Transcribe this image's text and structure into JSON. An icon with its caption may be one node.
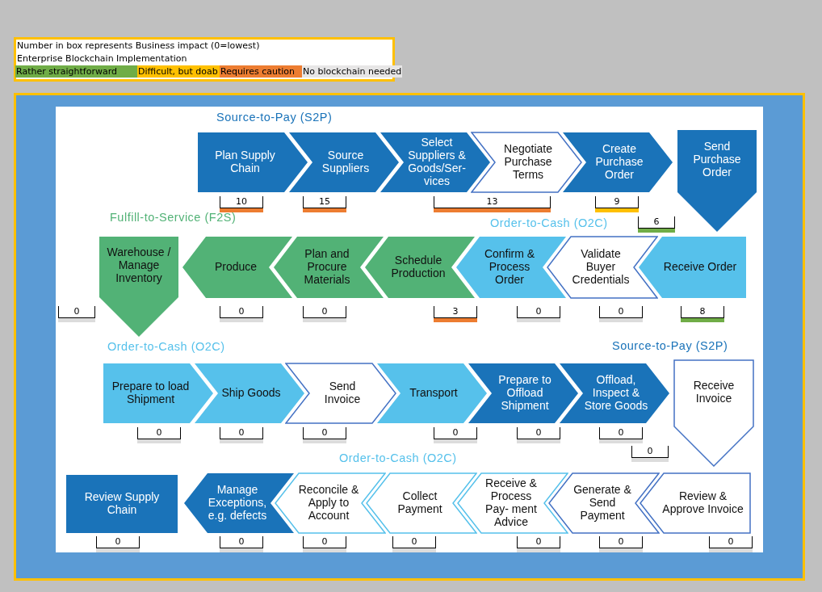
{
  "diagram": {
    "nodes": [
      {
        "text": [
          "Plan Supply Chain"
        ],
        "beside": [
          "10"
        ]
      },
      {
        "text": [
          "Source Suppliers"
        ],
        "beside": [
          "15"
        ]
      },
      {
        "text": [
          "Select Suppliers & Goods/Ser- vices"
        ]
      },
      {
        "text": [
          "Negotiate Purchase Terms"
        ],
        "beside": [
          "13"
        ]
      },
      {
        "text": [
          "Create Purchase Order"
        ],
        "beside": [
          "9"
        ]
      },
      {
        "text": [
          "Send Purchase Order"
        ],
        "beside": [
          "6"
        ]
      },
      {
        "text": [
          "Warehouse / Manage Inventory"
        ],
        "beside": [
          "0"
        ]
      },
      {
        "text": [
          "Produce"
        ],
        "beside": [
          "0"
        ]
      },
      {
        "text": [
          "Plan and Procure Materials"
        ],
        "beside": [
          "0"
        ]
      },
      {
        "text": [
          "Schedule Production"
        ],
        "beside": [
          "3"
        ]
      },
      {
        "text": [
          "Confirm & Process Order"
        ],
        "beside": [
          "0"
        ]
      },
      {
        "text": [
          "Validate Buyer Credentials"
        ],
        "beside": [
          "0"
        ]
      },
      {
        "text": [
          "Receive Order"
        ],
        "beside": [
          "8"
        ]
      },
      {
        "text": [
          "Prepare to load Shipment"
        ],
        "beside": [
          "0"
        ]
      },
      {
        "text": [
          "Ship Goods"
        ],
        "beside": [
          "0"
        ]
      },
      {
        "text": [
          "Send Invoice"
        ],
        "beside": [
          "0"
        ]
      },
      {
        "text": [
          "Transport"
        ],
        "beside": [
          "0"
        ]
      },
      {
        "text": [
          "Prepare to Offload Shipment"
        ],
        "beside": [
          "0"
        ]
      },
      {
        "text": [
          "Offload, Inspect & Store Goods"
        ],
        "beside": [
          "0"
        ]
      },
      {
        "text": [
          "Receive Invoice"
        ],
        "beside": [
          "0"
        ]
      },
      {
        "text": [
          "Review Supply Chain"
        ],
        "beside": [
          "0"
        ]
      },
      {
        "text": [
          "Manage Exceptions, e.g. defects"
        ],
        "beside": [
          "0"
        ]
      },
      {
        "text": [
          "Reconcile & Apply to Account"
        ],
        "beside": [
          "0"
        ]
      },
      {
        "text": [
          "Collect Payment"
        ],
        "beside": [
          "0"
        ]
      },
      {
        "text": [
          "Receive & Process Pay- ment Advice"
        ],
        "beside": [
          "0"
        ]
      },
      {
        "text": [
          "Generate & Send Payment"
        ],
        "beside": [
          "0"
        ]
      },
      {
        "text": [
          "Review & Approve Invoice"
        ],
        "beside": [
          "0"
        ]
      }
    ],
    "labels": [
      "Number in box represents Business impact (0=lowest)",
      "Enterprise Blockchain Implementation",
      "Source-to-Pay (S2P)",
      "Fulfill-to-Service (F2S)",
      "Order-to-Cash (O2C)",
      "Order-to-Cash (O2C)",
      "Source-to-Pay (S2P)",
      "Order-to-Cash (O2C)"
    ],
    "legend": [
      {
        "text": "Rather straightforward",
        "color": "#70ad47"
      },
      {
        "text": "Difficult, but doab",
        "color": "#ffc000"
      },
      {
        "text": "Requires caution",
        "color": "#ed7d31"
      },
      {
        "text": "No blockchain needed",
        "color": "#e7e6e6"
      }
    ]
  }
}
